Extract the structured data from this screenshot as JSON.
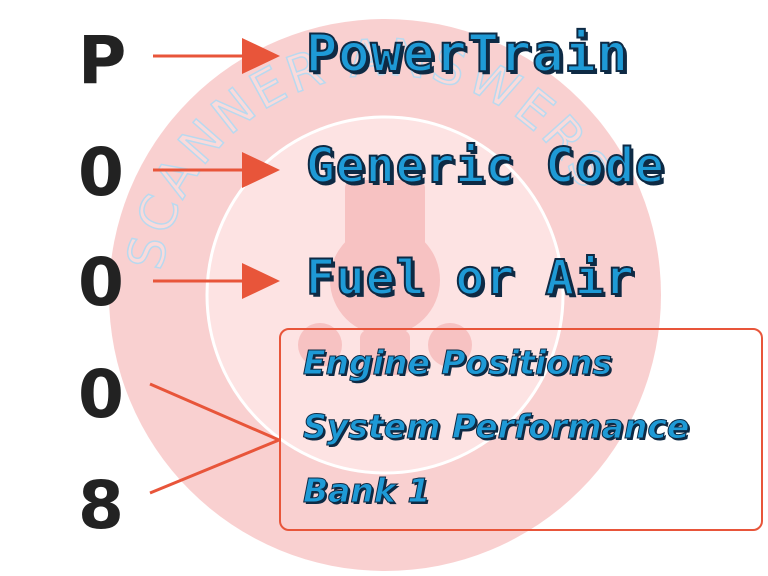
{
  "code_characters": [
    "P",
    "0",
    "0",
    "0",
    "8"
  ],
  "labels": {
    "first": "PowerTrain",
    "second": "Generic Code",
    "third": "Fuel or Air"
  },
  "details": [
    "Engine Positions",
    "System Performance",
    "Bank 1"
  ],
  "watermark": {
    "text": "SCANNER ANSWERS"
  },
  "colors": {
    "character": "#222222",
    "label_fill": "#1e9ad6",
    "label_outline": "#0e2a44",
    "arrow": "#e8553a",
    "watermark": "#f4b5b5"
  }
}
